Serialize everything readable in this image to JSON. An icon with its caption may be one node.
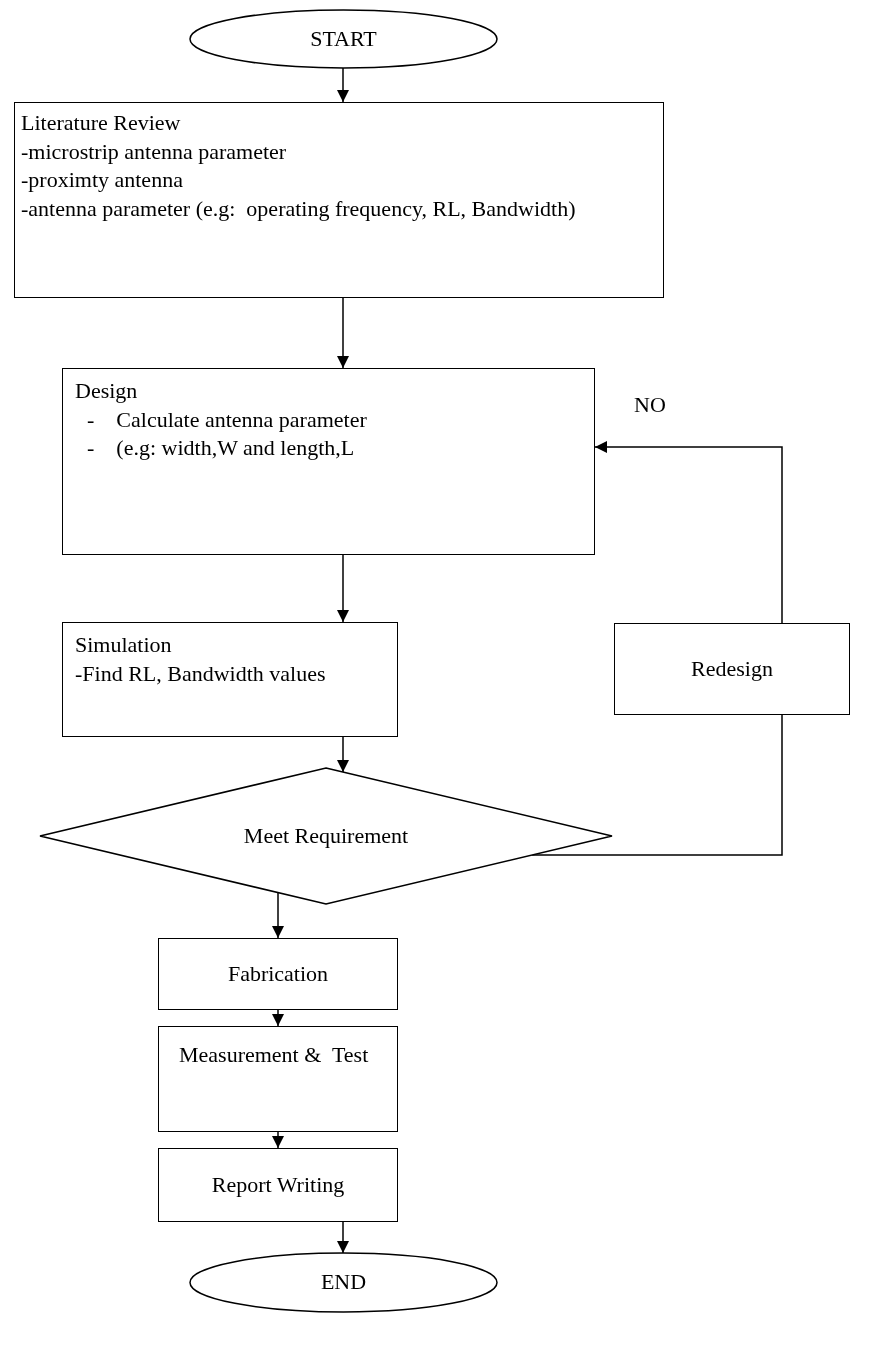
{
  "diagram": {
    "nodes": [
      {
        "text": [
          "START"
        ]
      },
      {
        "text": [
          "Literature Review",
          "-microstrip antenna parameter",
          "-proximty antenna",
          "-antenna parameter (e.g:  operating frequency, RL, Bandwidth)"
        ]
      },
      {
        "text": [
          "Design",
          "-    Calculate antenna parameter",
          "-    (e.g: width,W and length,L"
        ]
      },
      {
        "text": [
          "Simulation",
          "-Find RL, Bandwidth values"
        ]
      },
      {
        "text": [
          "Redesign"
        ]
      },
      {
        "text": [
          "Meet Requirement"
        ]
      },
      {
        "text": [
          "Fabrication"
        ]
      },
      {
        "text": [
          "Measurement &  Test"
        ]
      },
      {
        "text": [
          "Report Writing"
        ]
      },
      {
        "text": [
          "END"
        ]
      }
    ],
    "edges": [
      {
        "from": 0,
        "to": 1,
        "arrow": "to"
      },
      {
        "from": 1,
        "to": 2,
        "arrow": "to"
      },
      {
        "from": 2,
        "to": 3,
        "arrow": "to"
      },
      {
        "from": 3,
        "to": 5,
        "arrow": "to"
      },
      {
        "from": 5,
        "to": 4,
        "arrow": "none"
      },
      {
        "from": 4,
        "to": 2,
        "arrow": "to",
        "label": "NO"
      },
      {
        "from": 5,
        "to": 6,
        "arrow": "to"
      },
      {
        "from": 6,
        "to": 7,
        "arrow": "to"
      },
      {
        "from": 7,
        "to": 8,
        "arrow": "to"
      },
      {
        "from": 8,
        "to": 9,
        "arrow": "to"
      }
    ]
  }
}
